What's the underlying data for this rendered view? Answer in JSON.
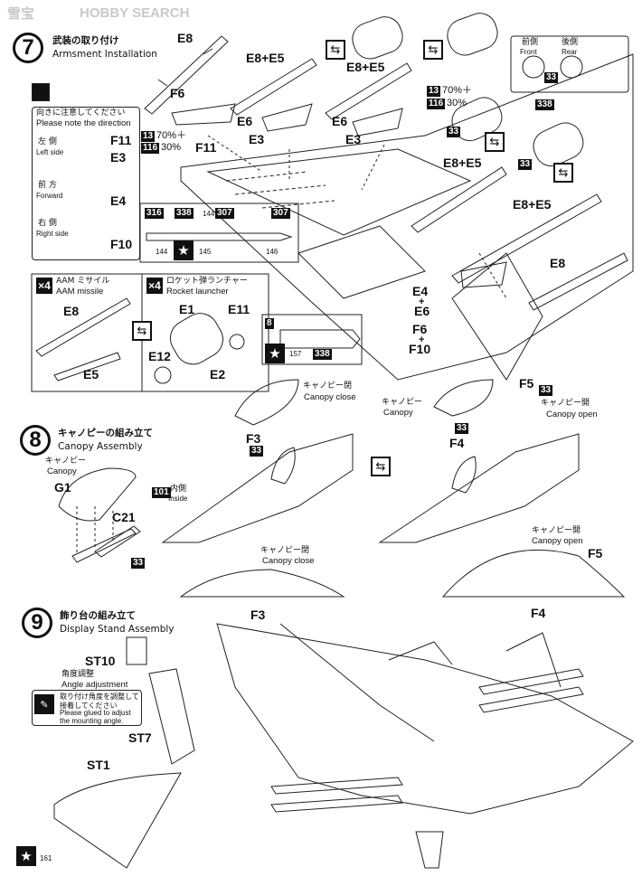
{
  "watermark": {
    "logo_text": "HOBBY SEARCH",
    "prefix": "雪宝"
  },
  "step7": {
    "number": "7",
    "title_jp": "武装の取り付け",
    "title_en": "Armsment Installation",
    "note_box": {
      "jp": "向きに注意してください",
      "en": "Please note the direction",
      "left_jp": "左 側",
      "left_en": "Left side",
      "forward_jp": "前 方",
      "forward_en": "Forward",
      "right_jp": "右 側",
      "right_en": "Right side",
      "parts": [
        "F11",
        "E3",
        "E4",
        "F10"
      ]
    },
    "part_labels": {
      "e8_top": "E8",
      "e8e5_1": "E8+E5",
      "e8e5_2": "E8+E5",
      "e8e5_3": "E8+E5",
      "e8e5_4": "E8+E5",
      "f6": "F6",
      "f11": "F11",
      "e6_1": "E6",
      "e6_2": "E6",
      "e3_1": "E3",
      "e3_2": "E3",
      "e8_right": "E8",
      "e4": "E4",
      "plus1": "+",
      "e6_3": "E6",
      "f6_2": "F6",
      "plus2": "+",
      "f10": "F10"
    },
    "color_mix_1": {
      "c1": "13",
      "p1": "70%＋",
      "c2": "116",
      "p2": "30%"
    },
    "color_mix_2": {
      "c1": "13",
      "p1": "70%＋",
      "c2": "116",
      "p2": "30%"
    },
    "nozzle_box": {
      "front_jp": "前側",
      "front_en": "Front",
      "rear_jp": "後側",
      "rear_en": "Rear",
      "color": "33"
    },
    "colors_nozzle": [
      "33",
      "338",
      "33"
    ],
    "missile_colors": [
      "316",
      "338",
      "144",
      "307",
      "307",
      "144",
      "145",
      "146"
    ],
    "aam_box": {
      "count": "×4",
      "jp": "AAM ミサイル",
      "en": "AAM missile",
      "parts": [
        "E8",
        "E5"
      ]
    },
    "rocket_box": {
      "count": "×4",
      "jp": "ロケット弾ランチャー",
      "en": "Rocket launcher",
      "parts": [
        "E1",
        "E11",
        "E12",
        "E2"
      ]
    },
    "small_box": {
      "num": "8",
      "colors": [
        "157",
        "338"
      ]
    }
  },
  "step8": {
    "number": "8",
    "title_jp": "キャノピーの組み立て",
    "title_en": "Canopy Assembly",
    "canopy_jp": "キャノピー",
    "canopy_en": "Canopy",
    "g1": "G1",
    "c21": "C21",
    "inside_color": "101",
    "inside_jp": "内側",
    "inside_en": "Inside",
    "c21_color": "33",
    "closed_jp": "キャノピー閉",
    "closed_en": "Canopy close",
    "f3": "F3",
    "f3_color": "33",
    "closed2_jp": "キャノピー閉",
    "closed2_en": "Canopy close",
    "f3_2": "F3",
    "canopy2_jp": "キャノピー",
    "canopy2_en": "Canopy",
    "open_jp": "キャノピー開",
    "open_en": "Canopy open",
    "f5": "F5",
    "f5_color": "33",
    "f4": "F4",
    "f4_color": "33",
    "open2_jp": "キャノピー開",
    "open2_en": "Canopy open",
    "f5_2": "F5",
    "f4_2": "F4"
  },
  "step9": {
    "number": "9",
    "title_jp": "飾り台の組み立て",
    "title_en": "Display Stand Assembly",
    "st10": "ST10",
    "angle_jp": "角度調整",
    "angle_en": "Angle adjustment",
    "glue_jp1": "取り付け角度を調整して",
    "glue_jp2": "接着してください",
    "glue_en1": "Please glued to adjust",
    "glue_en2": "the mounting angle.",
    "st7": "ST7",
    "st1": "ST1",
    "decal": "161"
  },
  "colors": {
    "ink": "#111111",
    "badge": "#111111",
    "paper": "#ffffff",
    "watermark": "#c9c9c9"
  }
}
